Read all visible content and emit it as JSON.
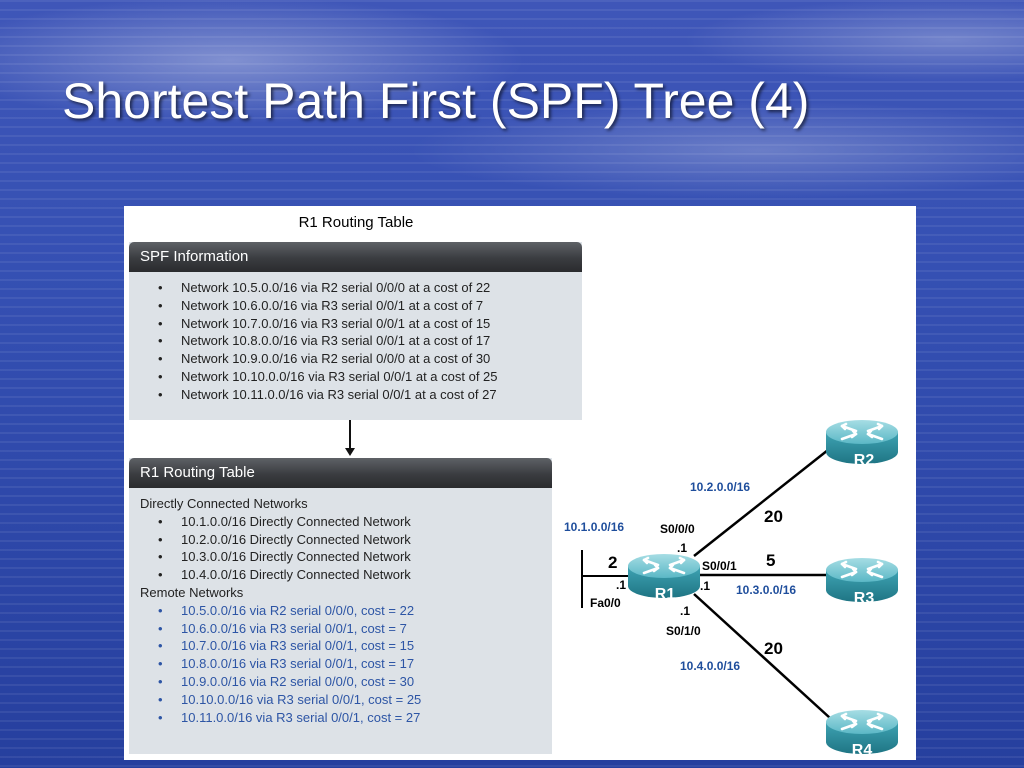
{
  "slide": {
    "title": "Shortest Path First (SPF) Tree (4)"
  },
  "figure": {
    "title": "R1 Routing Table",
    "spf_panel": {
      "header": "SPF Information",
      "items": [
        "Network 10.5.0.0/16 via R2 serial 0/0/0 at a cost of 22",
        "Network 10.6.0.0/16 via R3 serial 0/0/1 at a cost of 7",
        "Network 10.7.0.0/16 via R3 serial 0/0/1 at a cost of 15",
        "Network 10.8.0.0/16 via R3 serial 0/0/1 at a cost of 17",
        "Network 10.9.0.0/16 via R2 serial 0/0/0 at a cost of 30",
        "Network 10.10.0.0/16 via R3 serial 0/0/1 at a cost of 25",
        "Network 10.11.0.0/16 via R3 serial 0/0/1 at a cost of 27"
      ]
    },
    "routing_panel": {
      "header": "R1 Routing Table",
      "connected_label": "Directly Connected Networks",
      "connected": [
        "10.1.0.0/16 Directly Connected Network",
        "10.2.0.0/16 Directly Connected Network",
        "10.3.0.0/16 Directly Connected Network",
        "10.4.0.0/16 Directly Connected Network"
      ],
      "remote_label": "Remote Networks",
      "remote": [
        "10.5.0.0/16 via R2 serial 0/0/0, cost = 22",
        "10.6.0.0/16 via R3 serial 0/0/1, cost = 7",
        "10.7.0.0/16 via R3 serial 0/0/1, cost = 15",
        "10.8.0.0/16 via R3 serial 0/0/1, cost = 17",
        "10.9.0.0/16 via R2 serial 0/0/0, cost = 30",
        "10.10.0.0/16 via R3 serial 0/0/1, cost = 25",
        "10.11.0.0/16 via R3 serial 0/0/1, cost = 27"
      ]
    },
    "topology": {
      "routers": {
        "r1": "R1",
        "r2": "R2",
        "r3": "R3",
        "r4": "R4"
      },
      "networks": {
        "n1": "10.1.0.0/16",
        "n2": "10.2.0.0/16",
        "n3": "10.3.0.0/16",
        "n4": "10.4.0.0/16"
      },
      "interfaces": {
        "fa": "Fa0/0",
        "s000": "S0/0/0",
        "s001": "S0/0/1",
        "s010": "S0/1/0"
      },
      "hosts": {
        "fa": ".1",
        "s000": ".1",
        "s001": ".1",
        "s010": ".1"
      },
      "costs": {
        "fa": "2",
        "r2": "20",
        "r3": "5",
        "r4": "20"
      }
    },
    "colors": {
      "network_label": "#1f4e9c",
      "router_body": "#3fa3b3",
      "panel_bg": "#dde2e7"
    }
  }
}
